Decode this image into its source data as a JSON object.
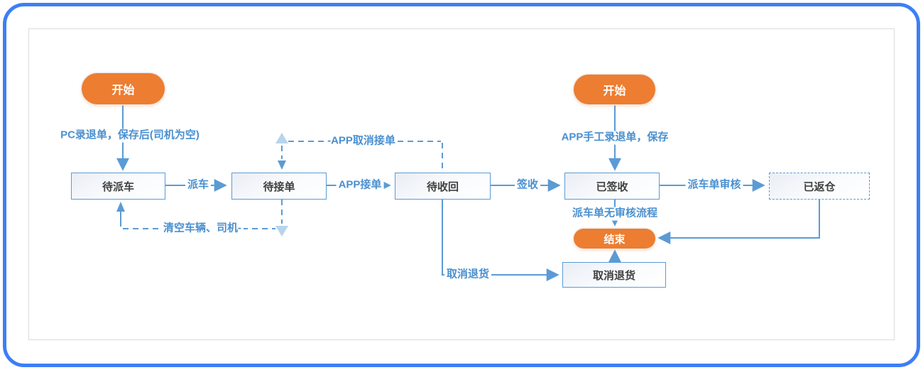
{
  "diagram": {
    "colors": {
      "accent_blue": "#5b9bd5",
      "label_blue": "#4a90d0",
      "light_blue_arrow": "#b8d4ec",
      "orange": "#ed7d31",
      "frame_blue": "#3d7ef7",
      "panel_border": "#dcdcdc",
      "box_text": "#404040"
    },
    "nodes": {
      "start_left": {
        "label": "开始"
      },
      "start_right": {
        "label": "开始"
      },
      "end": {
        "label": "结束"
      },
      "wait_dispatch": {
        "label": "待派车"
      },
      "wait_accept": {
        "label": "待接单"
      },
      "wait_recover": {
        "label": "待收回"
      },
      "signed": {
        "label": "已签收"
      },
      "returned": {
        "label": "已返仓"
      },
      "cancel_return_box": {
        "label": "取消退货"
      }
    },
    "edge_labels": {
      "pc_record": "PC录退单，保存后(司机为空)",
      "dispatch": "派车",
      "app_accept": "APP接单",
      "sign": "签收",
      "dispatch_audit": "派车单审核",
      "app_manual": "APP手工录退单，保存",
      "no_audit": "派车单无审核流程",
      "cancel_return": "取消退货",
      "app_cancel": "-APP取消接单",
      "clear_vehicle": "清空车辆、司机-"
    }
  }
}
